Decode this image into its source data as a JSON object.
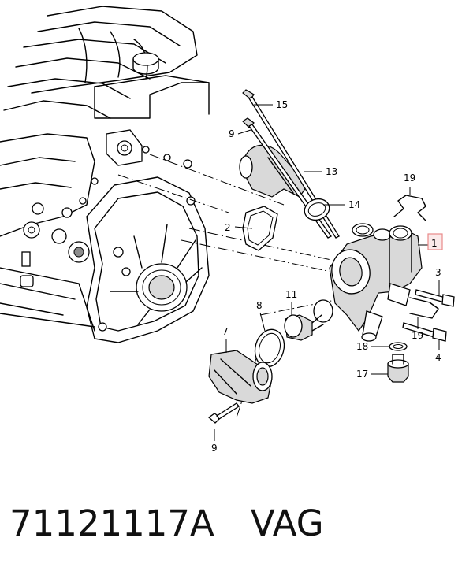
{
  "diagram": {
    "labels": {
      "l1": "1",
      "l2": "2",
      "l3": "3",
      "l4": "4",
      "l7": "7",
      "l8": "8",
      "l9a": "9",
      "l9b": "9",
      "l11": "11",
      "l13": "13",
      "l14": "14",
      "l15": "15",
      "l17": "17",
      "l18": "18",
      "l19a": "19",
      "l19b": "19"
    },
    "highlight_color": "#e98a8a"
  },
  "caption": {
    "part_number": "71121117A",
    "brand": "VAG"
  }
}
